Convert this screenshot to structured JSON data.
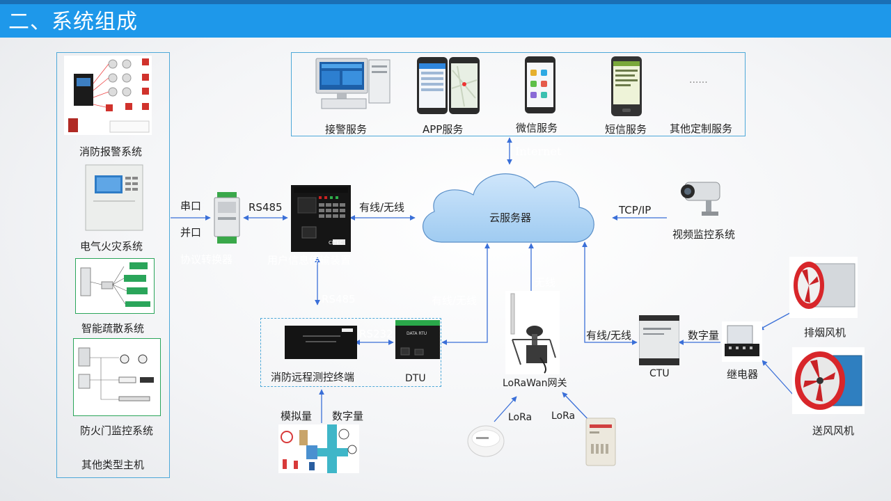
{
  "header": {
    "title": "二、系统组成"
  },
  "services": {
    "dispatch": "接警服务",
    "app": "APP服务",
    "wechat": "微信服务",
    "sms": "短信服务",
    "custom": "其他定制服务",
    "ellipsis": "......"
  },
  "cloud": {
    "label": "云服务器",
    "internet": "Internet"
  },
  "left_systems": {
    "fire_alarm": "消防报警系统",
    "electrical_fire": "电气火灾系统",
    "evacuation": "智能疏散系统",
    "fire_door": "防火门监控系统",
    "other_hosts": "其他类型主机"
  },
  "ports": {
    "serial": "串口",
    "parallel": "并口"
  },
  "devices": {
    "converter": "协议转换器",
    "user_device": "用户信息传输装置",
    "remote_terminal": "消防远程测控终端",
    "dtu": "DTU",
    "lora_gateway": "LoRaWan网关",
    "ctu": "CTU",
    "relay": "继电器",
    "video": "视频监控系统",
    "smoke_fan": "排烟风机",
    "supply_fan": "送风风机"
  },
  "links": {
    "rs485_a": "RS485",
    "rs485_b": "RS485",
    "rs232": "RS232",
    "wired_wireless_a": "有线/无线",
    "wired_wireless_b": "有线/无线",
    "wired_wireless_c": "有线/无线",
    "wireless": "无线",
    "tcp_ip": "TCP/IP",
    "digital_a": "数字量",
    "digital_b": "数字量",
    "analog": "模拟量",
    "lora_a": "LoRa",
    "lora_b": "LoRa"
  },
  "device_text": {
    "brand": "CITEC",
    "dtu_model": "DATA RTU"
  },
  "colors": {
    "title_bar": "#1e98ea",
    "border": "#4da8d8",
    "arrow": "#3a6fd8",
    "fan_red": "#d8262a"
  }
}
